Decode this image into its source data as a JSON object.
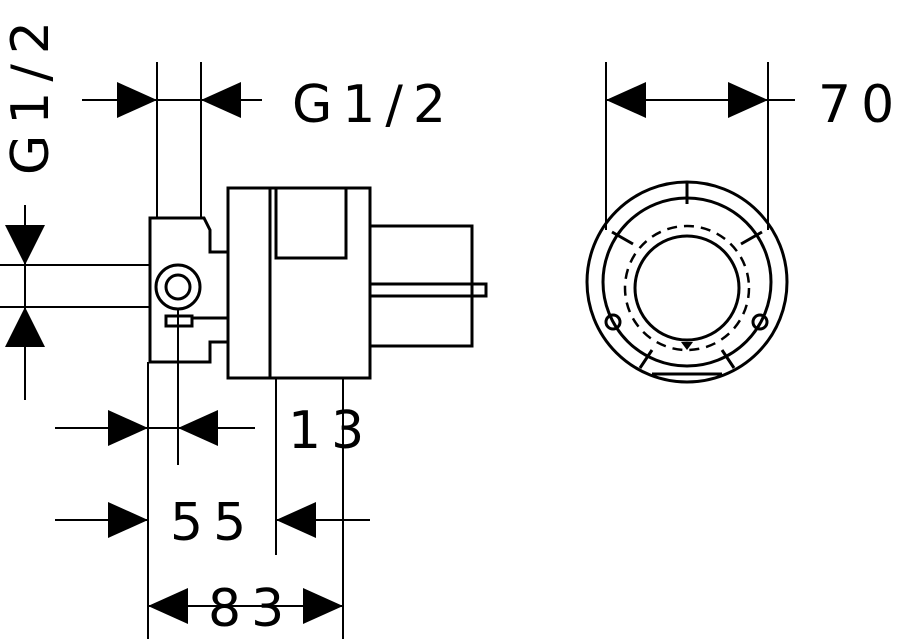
{
  "dimensions": {
    "pipe_thread_top": "G1/2",
    "pipe_thread_side": "G1/2",
    "body_diameter": "70",
    "offset_13": "13",
    "depth_55": "55",
    "depth_83": "83"
  }
}
